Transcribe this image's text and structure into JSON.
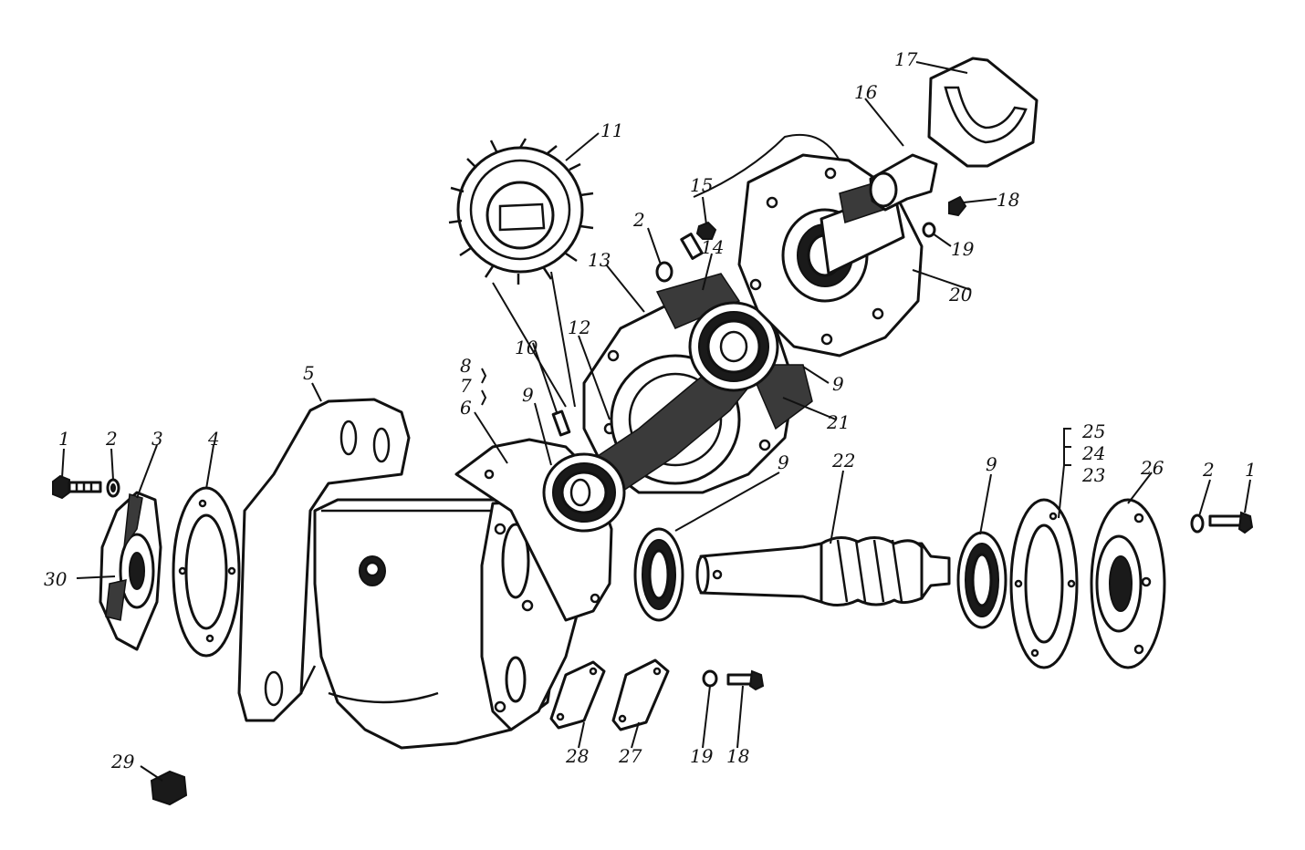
{
  "callouts": [
    {
      "id": "c1a",
      "text": "1"
    },
    {
      "id": "c2a",
      "text": "2"
    },
    {
      "id": "c3",
      "text": "3"
    },
    {
      "id": "c4",
      "text": "4"
    },
    {
      "id": "c5",
      "text": "5"
    },
    {
      "id": "c6",
      "text": "6"
    },
    {
      "id": "c7",
      "text": "7"
    },
    {
      "id": "c8",
      "text": "8"
    },
    {
      "id": "c9a",
      "text": "9"
    },
    {
      "id": "c9b",
      "text": "9"
    },
    {
      "id": "c9c",
      "text": "9"
    },
    {
      "id": "c9d",
      "text": "9"
    },
    {
      "id": "c10",
      "text": "10"
    },
    {
      "id": "c11",
      "text": "11"
    },
    {
      "id": "c12",
      "text": "12"
    },
    {
      "id": "c13",
      "text": "13"
    },
    {
      "id": "c14",
      "text": "14"
    },
    {
      "id": "c2b",
      "text": "2"
    },
    {
      "id": "c15",
      "text": "15"
    },
    {
      "id": "c16",
      "text": "16"
    },
    {
      "id": "c17",
      "text": "17"
    },
    {
      "id": "c18a",
      "text": "18"
    },
    {
      "id": "c19a",
      "text": "19"
    },
    {
      "id": "c20",
      "text": "20"
    },
    {
      "id": "c21",
      "text": "21"
    },
    {
      "id": "c22",
      "text": "22"
    },
    {
      "id": "c25",
      "text": "25"
    },
    {
      "id": "c24",
      "text": "24"
    },
    {
      "id": "c23",
      "text": "23"
    },
    {
      "id": "c26",
      "text": "26"
    },
    {
      "id": "c2c",
      "text": "2"
    },
    {
      "id": "c1b",
      "text": "1"
    },
    {
      "id": "c30",
      "text": "30"
    },
    {
      "id": "c29",
      "text": "29"
    },
    {
      "id": "c28",
      "text": "28"
    },
    {
      "id": "c27",
      "text": "27"
    },
    {
      "id": "c19b",
      "text": "19"
    },
    {
      "id": "c18b",
      "text": "18"
    }
  ]
}
